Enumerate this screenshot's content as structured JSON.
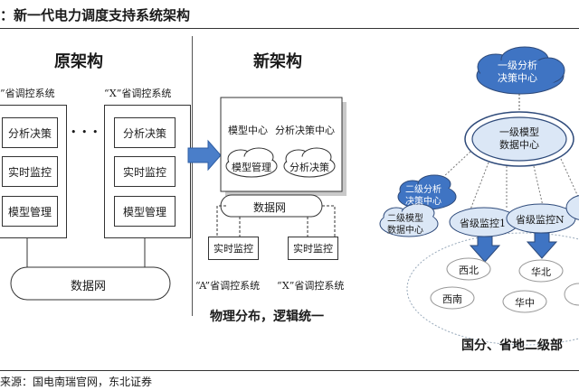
{
  "title": "：新一代电力调度支持系统架构",
  "old": {
    "heading": "原架构",
    "sys_left": "”省调控系统",
    "sys_right": "“X”省调控系统",
    "modules": [
      "分析决策",
      "实时监控",
      "模型管理"
    ],
    "dots": "• • • • • •",
    "network": "数据网"
  },
  "new": {
    "heading": "新架构",
    "centers": [
      "模型中心",
      "分析决策中心"
    ],
    "clouds": [
      "模型管理",
      "分析决策"
    ],
    "network": "数据网",
    "monitors": [
      "实时监控",
      "实时监控"
    ],
    "sys_a": "“A”省调控系统",
    "sys_x": "“X”省调控系统",
    "caption": "物理分布，逻辑统一"
  },
  "right": {
    "top_cloud": [
      "一级分析",
      "决策中心"
    ],
    "top_ellipse": [
      "一级模型",
      "数据中心"
    ],
    "left_cloud": [
      "二级分析",
      "决策中心"
    ],
    "left_cloud2": [
      "二级模型",
      "数据中心"
    ],
    "monitor1": "省级监控1",
    "monitorN": "省级监控N",
    "regions": [
      "西北",
      "华北",
      "西南",
      "华中"
    ],
    "caption": "国分、省地二级部"
  },
  "source": "来源：国电南瑞官网，东北证券",
  "colors": {
    "blue_fill": "#dbe7f6",
    "arrow_blue": "#3f74c3",
    "cloud_stroke": "#2e4a7a"
  }
}
